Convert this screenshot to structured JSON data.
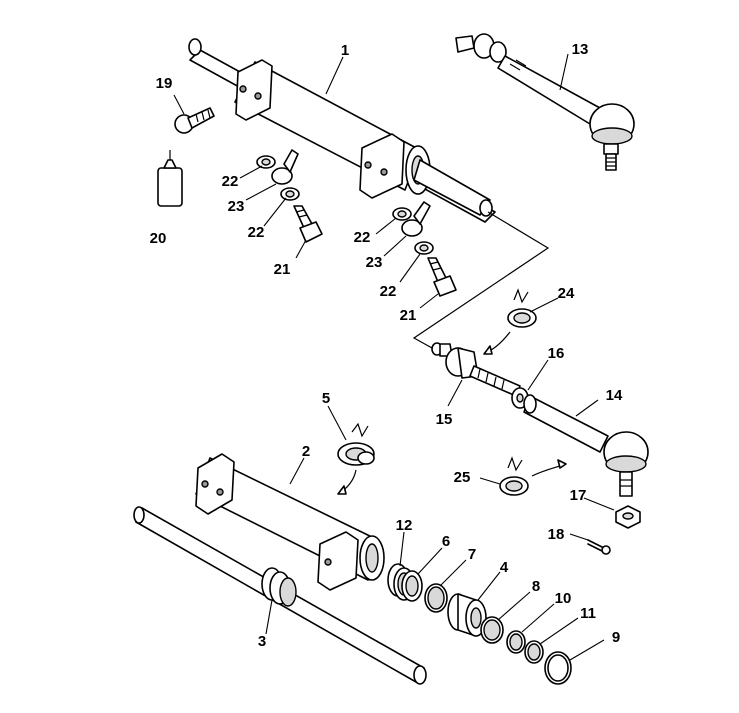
{
  "callouts": [
    {
      "id": "1",
      "label": "1"
    },
    {
      "id": "2",
      "label": "2"
    },
    {
      "id": "3",
      "label": "3"
    },
    {
      "id": "4",
      "label": "4"
    },
    {
      "id": "5",
      "label": "5"
    },
    {
      "id": "6",
      "label": "6"
    },
    {
      "id": "7",
      "label": "7"
    },
    {
      "id": "8",
      "label": "8"
    },
    {
      "id": "9",
      "label": "9"
    },
    {
      "id": "10",
      "label": "10"
    },
    {
      "id": "11",
      "label": "11"
    },
    {
      "id": "12",
      "label": "12"
    },
    {
      "id": "13",
      "label": "13"
    },
    {
      "id": "14",
      "label": "14"
    },
    {
      "id": "15",
      "label": "15"
    },
    {
      "id": "16",
      "label": "16"
    },
    {
      "id": "17",
      "label": "17"
    },
    {
      "id": "18",
      "label": "18"
    },
    {
      "id": "19",
      "label": "19"
    },
    {
      "id": "20",
      "label": "20"
    },
    {
      "id": "21a",
      "label": "21"
    },
    {
      "id": "21b",
      "label": "21"
    },
    {
      "id": "22a",
      "label": "22"
    },
    {
      "id": "22b",
      "label": "22"
    },
    {
      "id": "22c",
      "label": "22"
    },
    {
      "id": "22d",
      "label": "22"
    },
    {
      "id": "23a",
      "label": "23"
    },
    {
      "id": "23b",
      "label": "23"
    },
    {
      "id": "24",
      "label": "24"
    },
    {
      "id": "25",
      "label": "25"
    }
  ]
}
